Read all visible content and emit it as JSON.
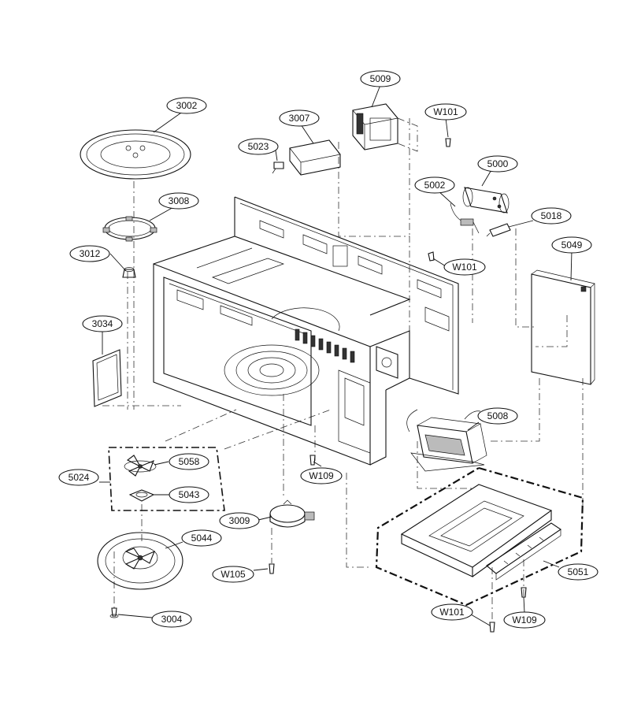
{
  "callouts": [
    {
      "id": "c3002",
      "label": "3002"
    },
    {
      "id": "c3008",
      "label": "3008"
    },
    {
      "id": "c3012",
      "label": "3012"
    },
    {
      "id": "c3034",
      "label": "3034"
    },
    {
      "id": "c3007",
      "label": "3007"
    },
    {
      "id": "c5023",
      "label": "5023"
    },
    {
      "id": "c5009",
      "label": "5009"
    },
    {
      "id": "cW101a",
      "label": "W101"
    },
    {
      "id": "c5000",
      "label": "5000"
    },
    {
      "id": "c5002",
      "label": "5002"
    },
    {
      "id": "c5018",
      "label": "5018"
    },
    {
      "id": "cW101b",
      "label": "W101"
    },
    {
      "id": "c5049",
      "label": "5049"
    },
    {
      "id": "c5008",
      "label": "5008"
    },
    {
      "id": "c5024",
      "label": "5024"
    },
    {
      "id": "c5058",
      "label": "5058"
    },
    {
      "id": "c5043",
      "label": "5043"
    },
    {
      "id": "cW109a",
      "label": "W109"
    },
    {
      "id": "c3009",
      "label": "3009"
    },
    {
      "id": "c5044",
      "label": "5044"
    },
    {
      "id": "cW105",
      "label": "W105"
    },
    {
      "id": "c3004",
      "label": "3004"
    },
    {
      "id": "c5051",
      "label": "5051"
    },
    {
      "id": "cW101c",
      "label": "W101"
    },
    {
      "id": "cW109b",
      "label": "W109"
    }
  ]
}
